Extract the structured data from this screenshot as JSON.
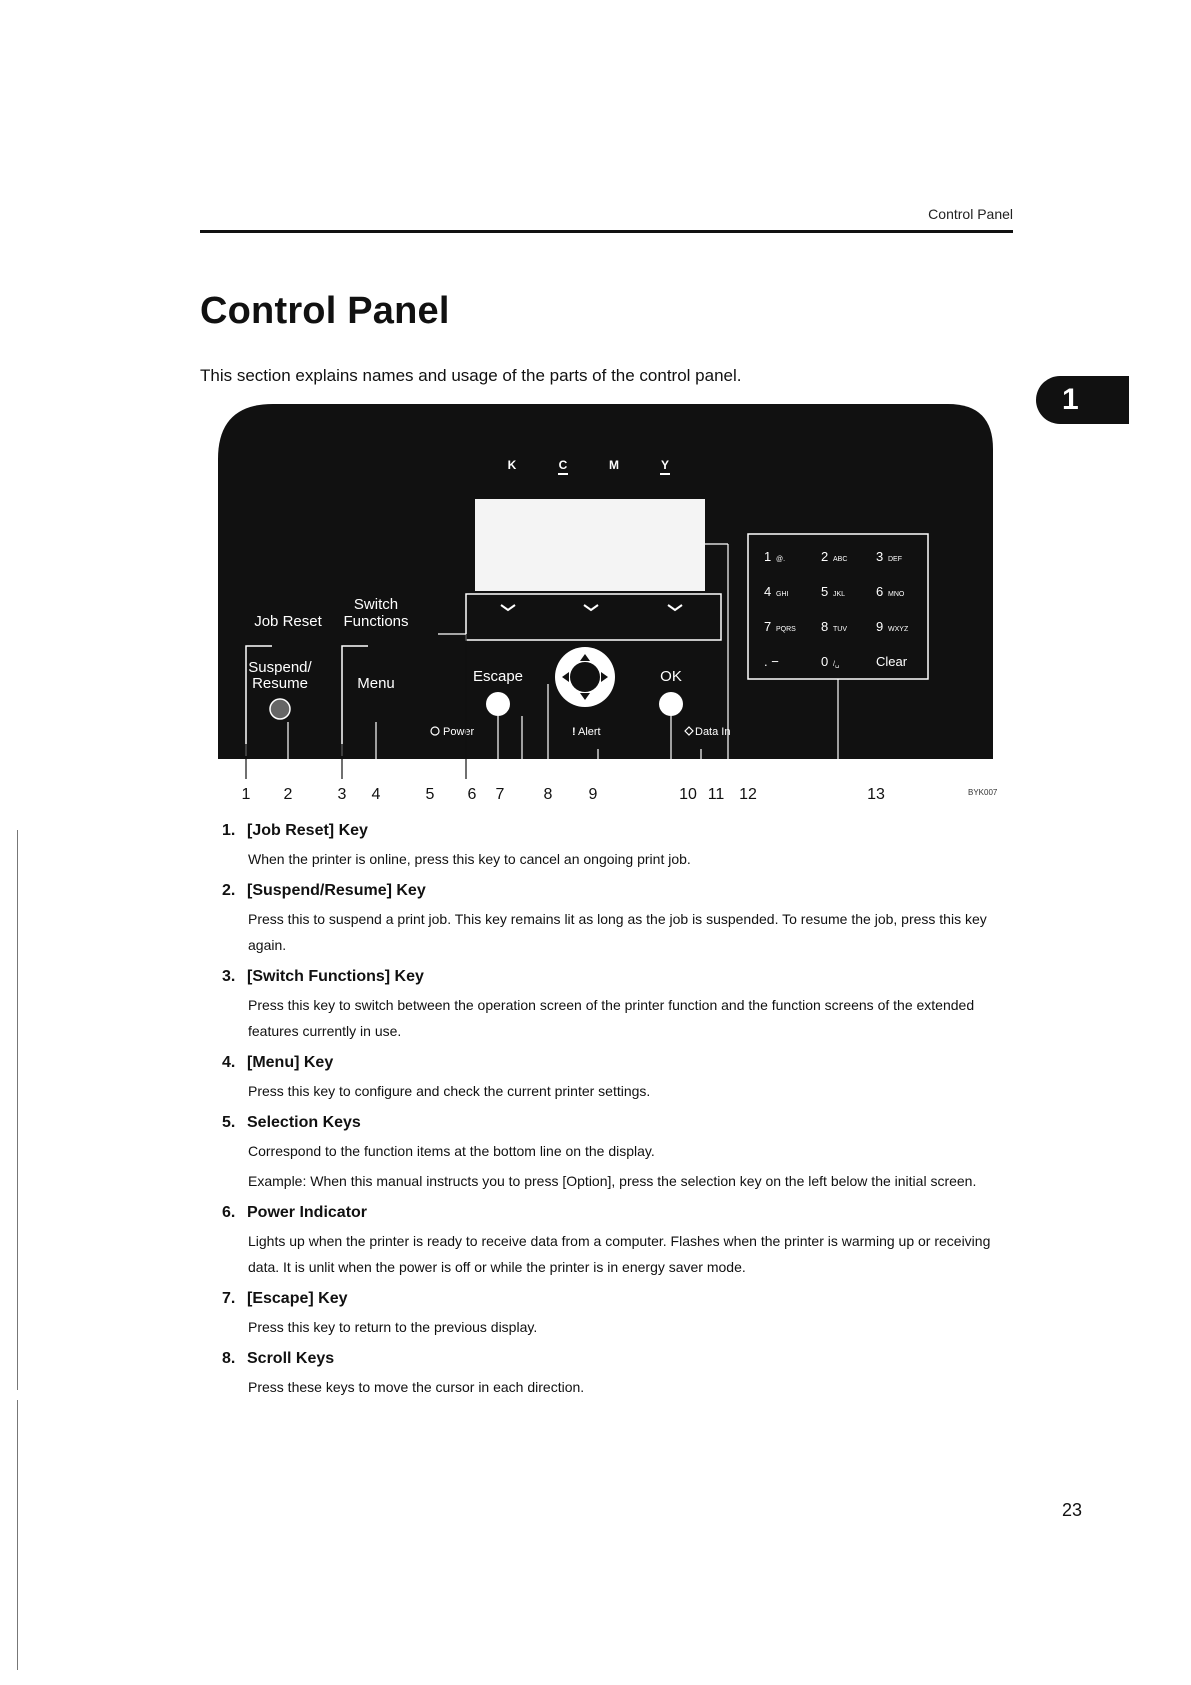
{
  "header": {
    "title": "Control Panel"
  },
  "page": {
    "title": "Control Panel",
    "intro": "This section explains names and usage of the parts of the control panel.",
    "chapter_tab": "1",
    "number": "23"
  },
  "figure": {
    "code": "BYK007",
    "toner_labels": [
      "K",
      "C",
      "M",
      "Y"
    ],
    "keys": {
      "job_reset": "Job Reset",
      "switch_line1": "Switch",
      "switch_line2": "Functions",
      "suspend_line1": "Suspend/",
      "suspend_line2": "Resume",
      "menu": "Menu",
      "escape": "Escape",
      "ok": "OK",
      "power": "Power",
      "alert": "Alert",
      "data_in": "Data In"
    },
    "keypad": [
      [
        {
          "num": "1",
          "sub": "@."
        },
        {
          "num": "2",
          "sub": "ABC"
        },
        {
          "num": "3",
          "sub": "DEF"
        }
      ],
      [
        {
          "num": "4",
          "sub": "GHI"
        },
        {
          "num": "5",
          "sub": "JKL"
        },
        {
          "num": "6",
          "sub": "MNO"
        }
      ],
      [
        {
          "num": "7",
          "sub": "PQRS"
        },
        {
          "num": "8",
          "sub": "TUV"
        },
        {
          "num": "9",
          "sub": "WXYZ"
        }
      ],
      [
        {
          "num": ". −",
          "sub": ""
        },
        {
          "num": "0",
          "sub": "/␣"
        },
        {
          "num": "Clear",
          "sub": ""
        }
      ]
    ],
    "callouts": [
      "1",
      "2",
      "3",
      "4",
      "5",
      "6",
      "7",
      "8",
      "9",
      "10",
      "11",
      "12",
      "13"
    ]
  },
  "items": [
    {
      "num": "1.",
      "title": "[Job Reset] Key",
      "paragraphs": [
        "When the printer is online, press this key to cancel an ongoing print job."
      ]
    },
    {
      "num": "2.",
      "title": "[Suspend/Resume] Key",
      "paragraphs": [
        "Press this to suspend a print job. This key remains lit as long as the job is suspended. To resume the job, press this key again."
      ]
    },
    {
      "num": "3.",
      "title": "[Switch Functions] Key",
      "paragraphs": [
        "Press this key to switch between the operation screen of the printer function and the function screens of the extended features currently in use."
      ]
    },
    {
      "num": "4.",
      "title": "[Menu] Key",
      "paragraphs": [
        "Press this key to configure and check the current printer settings."
      ]
    },
    {
      "num": "5.",
      "title": "Selection Keys",
      "paragraphs": [
        "Correspond to the function items at the bottom line on the display.",
        "Example: When this manual instructs you to press [Option], press the selection key on the left below the initial screen."
      ]
    },
    {
      "num": "6.",
      "title": "Power Indicator",
      "paragraphs": [
        "Lights up when the printer is ready to receive data from a computer. Flashes when the printer is warming up or receiving data. It is unlit when the power is off or while the printer is in energy saver mode."
      ]
    },
    {
      "num": "7.",
      "title": "[Escape] Key",
      "paragraphs": [
        "Press this key to return to the previous display."
      ]
    },
    {
      "num": "8.",
      "title": "Scroll Keys",
      "paragraphs": [
        "Press these keys to move the cursor in each direction."
      ]
    }
  ]
}
